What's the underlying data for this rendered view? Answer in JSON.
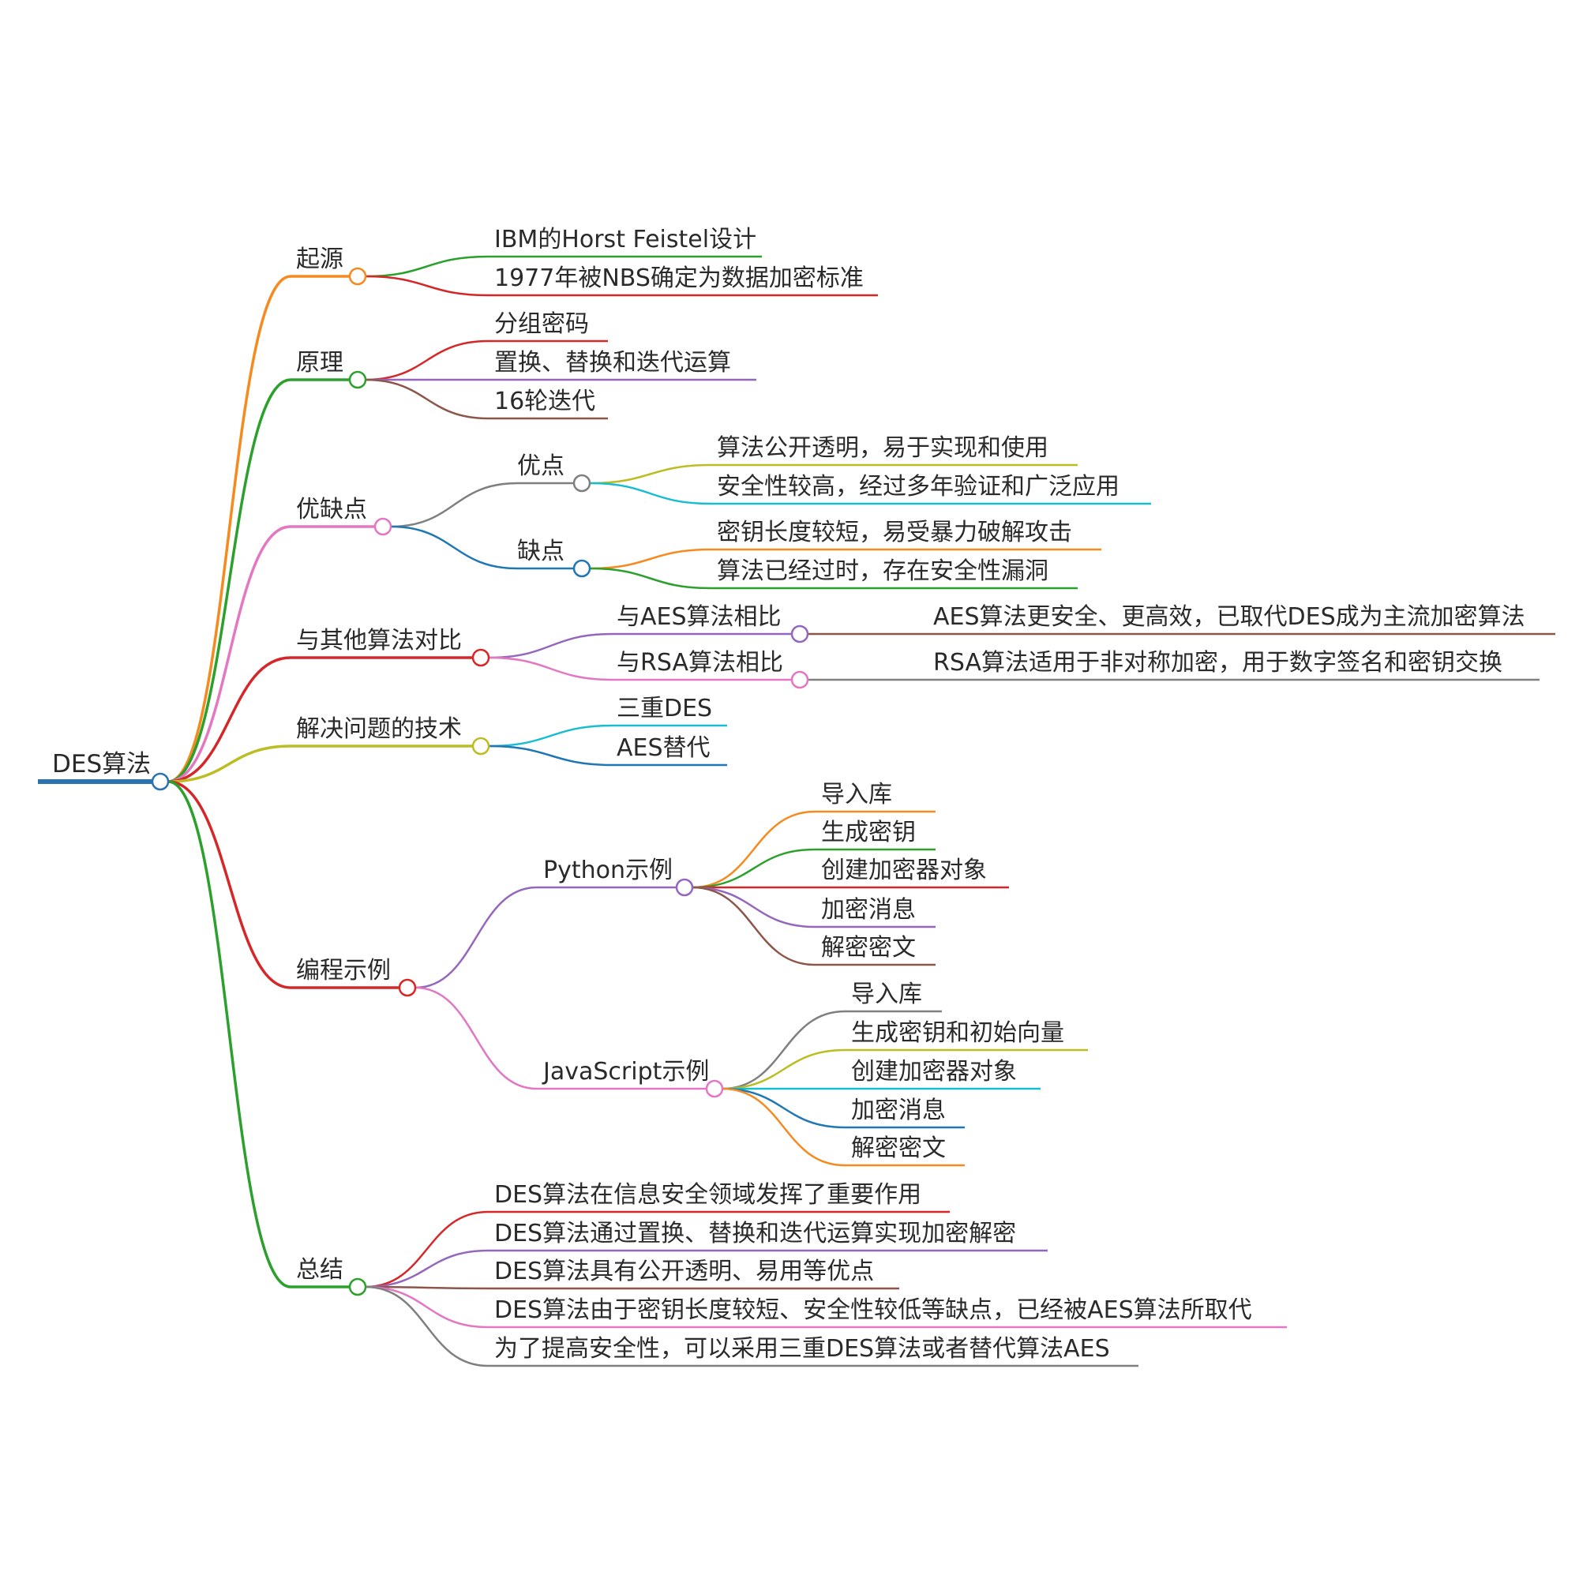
{
  "root": {
    "label": "DES算法",
    "color": "#2a72b0"
  },
  "branches": [
    {
      "id": "origin",
      "label": "起源",
      "color": "#f58a1f",
      "children": [
        {
          "label": "IBM的Horst Feistel设计",
          "color": "#2ca02c"
        },
        {
          "label": "1977年被NBS确定为数据加密标准",
          "color": "#d62728"
        }
      ]
    },
    {
      "id": "principle",
      "label": "原理",
      "color": "#2ca02c",
      "children": [
        {
          "label": "分组密码",
          "color": "#d62728"
        },
        {
          "label": "置换、替换和迭代运算",
          "color": "#9467bd"
        },
        {
          "label": "16轮迭代",
          "color": "#8c564b"
        }
      ]
    },
    {
      "id": "pros-cons",
      "label": "优缺点",
      "color": "#e377c2",
      "children": [
        {
          "label": "优点",
          "color": "#7f7f7f",
          "children": [
            {
              "label": "算法公开透明，易于实现和使用",
              "color": "#bcbd22"
            },
            {
              "label": "安全性较高，经过多年验证和广泛应用",
              "color": "#17becf"
            }
          ]
        },
        {
          "label": "缺点",
          "color": "#1f77b4",
          "children": [
            {
              "label": "密钥长度较短，易受暴力破解攻击",
              "color": "#f58a1f"
            },
            {
              "label": "算法已经过时，存在安全性漏洞",
              "color": "#2ca02c"
            }
          ]
        }
      ]
    },
    {
      "id": "compare",
      "label": "与其他算法对比",
      "color": "#d62728",
      "children": [
        {
          "label": "与AES算法相比",
          "color": "#9467bd",
          "children": [
            {
              "label": "AES算法更安全、更高效，已取代DES成为主流加密算法",
              "color": "#8c564b"
            }
          ]
        },
        {
          "label": "与RSA算法相比",
          "color": "#e377c2",
          "children": [
            {
              "label": "RSA算法适用于非对称加密，用于数字签名和密钥交换",
              "color": "#7f7f7f"
            }
          ]
        }
      ]
    },
    {
      "id": "solutions",
      "label": "解决问题的技术",
      "color": "#bcbd22",
      "children": [
        {
          "label": "三重DES",
          "color": "#17becf"
        },
        {
          "label": "AES替代",
          "color": "#1f77b4"
        }
      ]
    },
    {
      "id": "programming",
      "label": "编程示例",
      "color": "#d62728",
      "children": [
        {
          "label": "Python示例",
          "color": "#9467bd",
          "children": [
            {
              "label": "导入库",
              "color": "#f58a1f"
            },
            {
              "label": "生成密钥",
              "color": "#2ca02c"
            },
            {
              "label": "创建加密器对象",
              "color": "#d62728"
            },
            {
              "label": "加密消息",
              "color": "#9467bd"
            },
            {
              "label": "解密密文",
              "color": "#8c564b"
            }
          ]
        },
        {
          "label": "JavaScript示例",
          "color": "#e377c2",
          "children": [
            {
              "label": "导入库",
              "color": "#7f7f7f"
            },
            {
              "label": "生成密钥和初始向量",
              "color": "#bcbd22"
            },
            {
              "label": "创建加密器对象",
              "color": "#17becf"
            },
            {
              "label": "加密消息",
              "color": "#1f77b4"
            },
            {
              "label": "解密密文",
              "color": "#f58a1f"
            }
          ]
        }
      ]
    },
    {
      "id": "summary",
      "label": "总结",
      "color": "#2ca02c",
      "children": [
        {
          "label": "DES算法在信息安全领域发挥了重要作用",
          "color": "#d62728"
        },
        {
          "label": "DES算法通过置换、替换和迭代运算实现加密解密",
          "color": "#9467bd"
        },
        {
          "label": "DES算法具有公开透明、易用等优点",
          "color": "#8c564b"
        },
        {
          "label": "DES算法由于密钥长度较短、安全性较低等缺点，已经被AES算法所取代",
          "color": "#e377c2"
        },
        {
          "label": "为了提高安全性，可以采用三重DES算法或者替代算法AES",
          "color": "#7f7f7f"
        }
      ]
    }
  ]
}
